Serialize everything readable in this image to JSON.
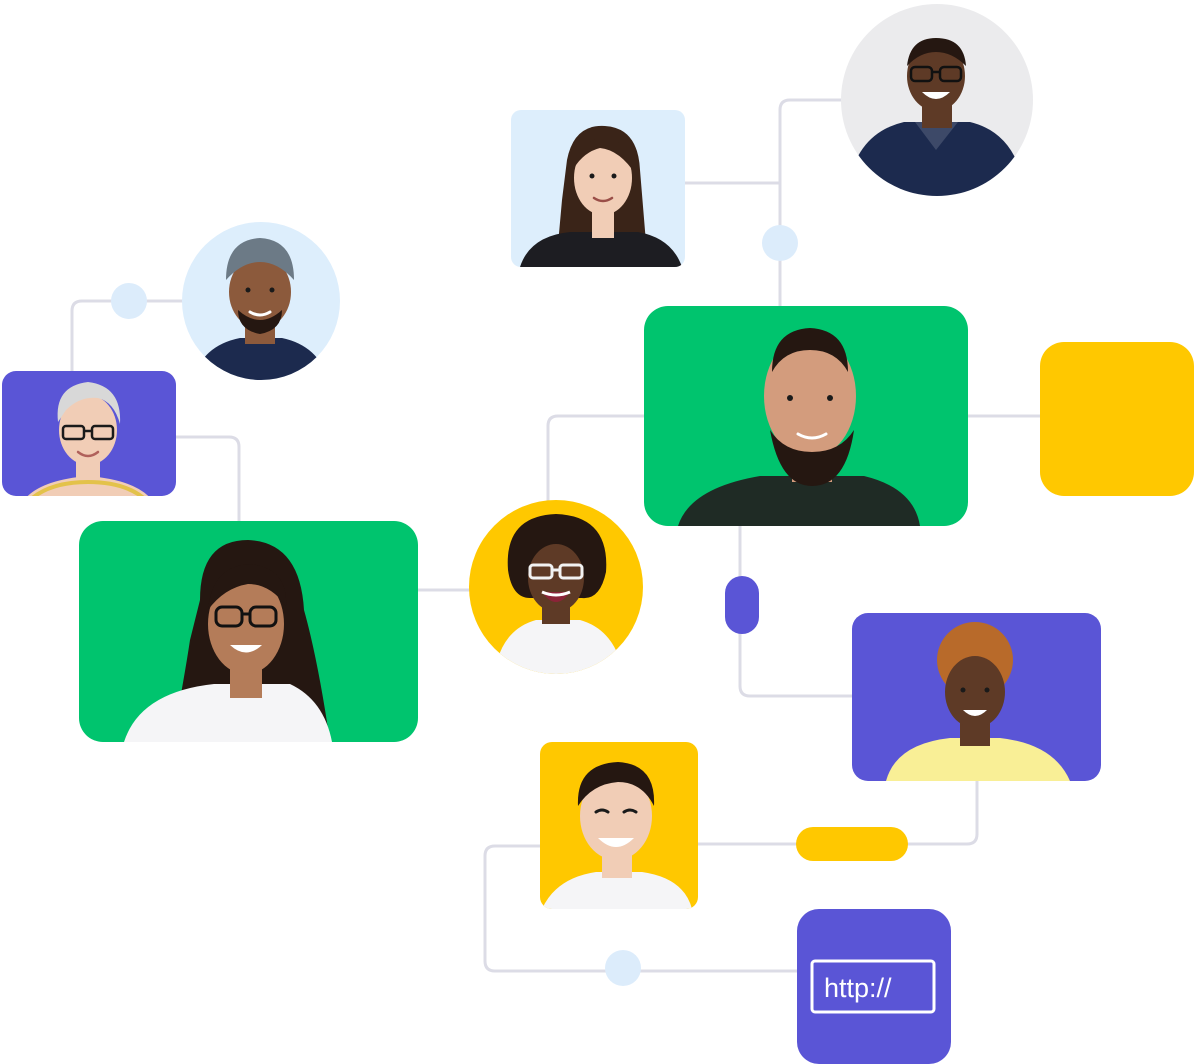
{
  "colors": {
    "connector": "#dcdce6",
    "node_dot": "#dcecfb",
    "green": "#00c46e",
    "purple": "#5a55d6",
    "yellow": "#ffc800",
    "light_blue": "#ddeefc",
    "light_gray": "#ebebed",
    "skin_light": "#f1cdb6",
    "skin_tan": "#d39c7d",
    "skin_medium": "#b47c59",
    "skin_brown": "#8c5a3c",
    "skin_dark": "#5e3a26",
    "hair_dark": "#251711",
    "hair_brown": "#3a2418",
    "hair_gray": "#d8d8d8",
    "hair_orange": "#b86a2a",
    "shirt_white": "#f5f5f7",
    "shirt_navy": "#1c2a4e",
    "shirt_black": "#1d1d22",
    "shirt_dark_green": "#1f2b25",
    "shirt_yellow": "#f9ef96",
    "cap_gray": "#6c7a86"
  },
  "profiles": [
    {
      "id": "woman-long-hair",
      "frame": "rounded-rect",
      "background": "light_blue"
    },
    {
      "id": "man-glasses-navy-shirt",
      "frame": "circle",
      "background": "light_gray"
    },
    {
      "id": "man-backwards-cap",
      "frame": "circle",
      "background": "light_blue"
    },
    {
      "id": "older-woman-glasses",
      "frame": "rounded-rect",
      "background": "purple"
    },
    {
      "id": "bearded-man",
      "frame": "rounded-rect",
      "background": "green"
    },
    {
      "id": "woman-curly-hair-glasses",
      "frame": "rounded-rect",
      "background": "green"
    },
    {
      "id": "laughing-woman-glasses",
      "frame": "circle",
      "background": "yellow"
    },
    {
      "id": "woman-orange-curls",
      "frame": "rounded-rect",
      "background": "purple"
    },
    {
      "id": "smiling-man",
      "frame": "rounded-rect",
      "background": "yellow"
    }
  ],
  "url_card": {
    "text": "http://",
    "icon": "url-bar-icon"
  }
}
